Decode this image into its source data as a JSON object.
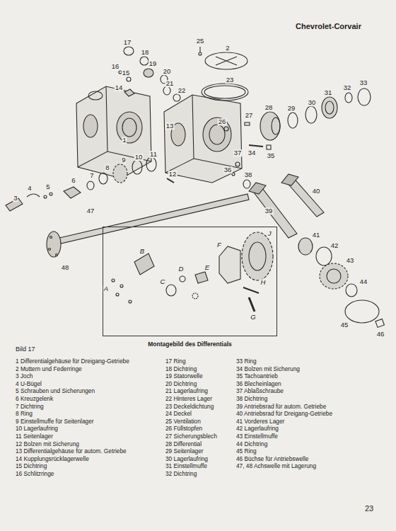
{
  "diagram": {
    "title": "Chevrolet-Corvair",
    "nodes": [
      {
        "text": [
          "Montagebild des Differentials"
        ]
      }
    ],
    "labels": [
      "17",
      "18",
      "19",
      "16",
      "15",
      "14",
      "20",
      "21",
      "22",
      "25",
      "2",
      "23",
      "1",
      "13",
      "26",
      "27",
      "28",
      "29",
      "30",
      "31",
      "32",
      "33",
      "34",
      "35",
      "36",
      "37",
      "38",
      "39",
      "40",
      "9",
      "10",
      "11",
      "12",
      "8",
      "7",
      "6",
      "5",
      "4",
      "3",
      "47",
      "48",
      "41",
      "42",
      "43",
      "44",
      "45",
      "46",
      "J",
      "F",
      "B",
      "D",
      "E",
      "C",
      "H",
      "A",
      "G",
      "Bild 17",
      "1 Differentialgehäuse für Dreigang-Getriebe",
      "2 Muttern und Federringe",
      "3 Joch",
      "4 U-Bügel",
      "5 Schrauben und Sicherungen",
      "6 Kreuzgelenk",
      "7 Dichtring",
      "8 Ring",
      "9 Einstellmuffe für Seitenlager",
      "10 Lagerlaufring",
      "11 Seitenlager",
      "12 Bolzen mit Sicherung",
      "13 Differentialgehäuse für autom. Getriebe",
      "14 Kupplungsrücklagerwelle",
      "15 Dichtring",
      "16 Schlitzringe",
      "17 Ring",
      "18 Dichtring",
      "19 Statorwelle",
      "20 Dichtring",
      "21 Lagerlaufring",
      "22 Hinteres Lager",
      "23 Deckeldichtung",
      "24 Deckel",
      "25 Ventilation",
      "26 Füllstopfen",
      "27 Sicherungsblech",
      "28 Differential",
      "29 Seitenlager",
      "30 Lagerlaufring",
      "31 Einstellmuffe",
      "32 Dichtring",
      "33 Ring",
      "34 Bolzen mit Sicherung",
      "35 Tachoantrieb",
      "36 Blecheinlagen",
      "37 Ablaßschraube",
      "38 Dichtring",
      "39 Antriebsrad für autom. Getriebe",
      "40 Antriebsrad für Dreigang-Getriebe",
      "41 Vorderes Lager",
      "42 Lagerlaufring",
      "43 Einstellmuffe",
      "44 Dichtring",
      "45 Ring",
      "46 Büchse für Antriebswelle",
      "47, 48 Achswelle mit Lagerung",
      "23"
    ]
  }
}
